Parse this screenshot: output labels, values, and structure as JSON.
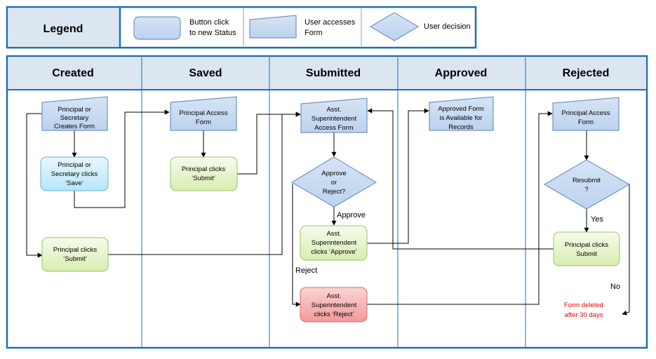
{
  "legend": {
    "title": "Legend",
    "button_click": [
      "Button click",
      "to new Status"
    ],
    "user_accesses_form": [
      "User accesses",
      "Form"
    ],
    "user_decision": "User decision"
  },
  "lanes": [
    "Created",
    "Saved",
    "Submitted",
    "Approved",
    "Rejected"
  ],
  "nodes": {
    "principal_creates_form": [
      "Principal or",
      "Secretary",
      "Creates Form"
    ],
    "secretary_clicks_save": [
      "Principal or",
      "Secretary clicks",
      "‘Save’"
    ],
    "principal_clicks_submit_created": [
      "Principal clicks",
      "‘Submit’"
    ],
    "principal_access_form_saved": [
      "Principal Access",
      "Form"
    ],
    "principal_clicks_submit_saved": [
      "Principal clicks",
      "‘Submit’"
    ],
    "asst_access_form": [
      "Asst.",
      "Superintendent",
      "Access Form"
    ],
    "approve_or_reject": [
      "Approve",
      "or",
      "Reject?"
    ],
    "asst_clicks_approve": [
      "Asst.",
      "Superintendent",
      "clicks ‘Approve’"
    ],
    "asst_clicks_reject": [
      "Asst.",
      "Superintendent",
      "clicks ‘Reject’"
    ],
    "approved_form_available": [
      "Approved Form",
      "is Available for",
      "Records"
    ],
    "principal_access_form_rejected": [
      "Principal Access",
      "Form"
    ],
    "resubmit": [
      "Resubmit",
      "?"
    ],
    "principal_clicks_submit_rejected": [
      "Principal clicks",
      "Submit"
    ],
    "form_deleted": [
      "Form deleted",
      "after 30 days"
    ]
  },
  "edge_labels": {
    "approve": "Approve",
    "reject": "Reject",
    "yes": "Yes",
    "no": "No"
  },
  "colors": {
    "border_blue": "#1f6fb3",
    "header_fill": "#dce6f1",
    "node_fill": "#c6d9f1",
    "save_fill": "#d9f2fb",
    "submit_fill": "#ebf5d7",
    "reject_fill": "#f5b8b8",
    "deleted_text": "#e00000"
  }
}
